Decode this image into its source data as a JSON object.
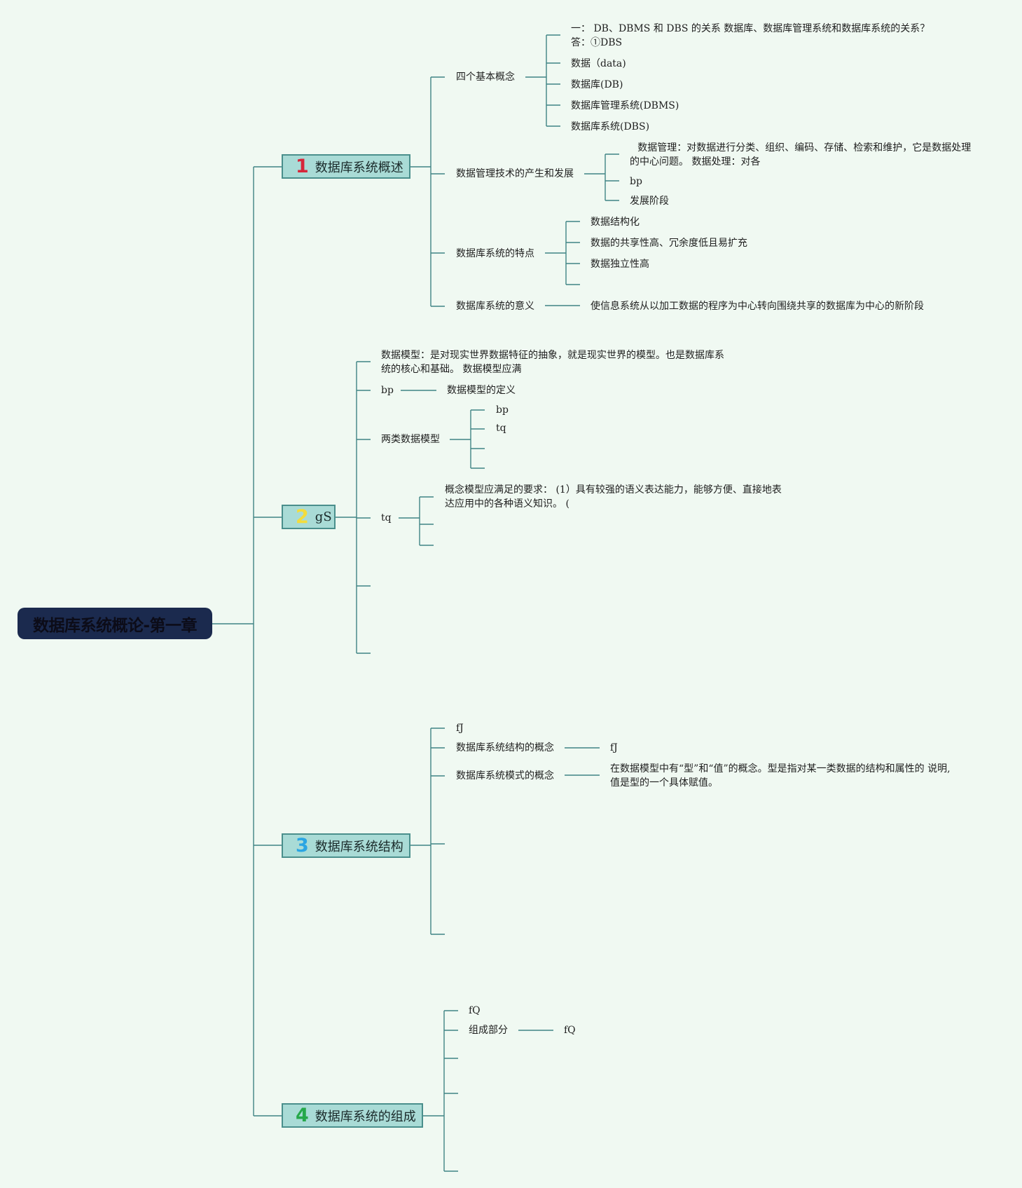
{
  "root": {
    "label": "数据库系统概论-第一章"
  },
  "sections": [
    {
      "num": "1",
      "num_color": "#d6263a",
      "label": "数据库系统概述"
    },
    {
      "num": "2",
      "num_color": "#f3dc3c",
      "label": "gS"
    },
    {
      "num": "3",
      "num_color": "#2aa5e3",
      "label": "数据库系统结构"
    },
    {
      "num": "4",
      "num_color": "#26a84a",
      "label": "数据库系统的组成"
    }
  ],
  "s1": {
    "concepts": {
      "label": "四个基本概念",
      "items": [
        "一： DB、DBMS 和 DBS 的关系 数据库、数据库管理系统和数据库系统的关系？",
        "答：①DBS",
        "数据（data)",
        "数据库(DB)",
        "数据库管理系统(DBMS)",
        "数据库系统(DBS)"
      ]
    },
    "dm": {
      "label": "数据管理技术的产生和发展",
      "items": [
        "数据管理：对数据进行分类、组织、编码、存储、检索和维护，它是数据处理",
        "的中心问题。 数据处理：对各",
        "bp",
        "发展阶段"
      ]
    },
    "features": {
      "label": "数据库系统的特点",
      "items": [
        "数据结构化",
        "数据的共享性高、冗余度低且易扩充",
        "数据独立性高"
      ]
    },
    "meaning": {
      "label": "数据库系统的意义",
      "value": "使信息系统从以加工数据的程序为中心转向围绕共享的数据库为中心的新阶段"
    }
  },
  "s2": {
    "model_def_line1": "数据模型：是对现实世界数据特征的抽象，就是现实世界的模型。也是数据库系",
    "model_def_line2": "统的核心和基础。 数据模型应满",
    "bp_label": "bp",
    "bp_value": "数据模型的定义",
    "two_types": {
      "label": "两类数据模型",
      "items": [
        "bp",
        "tq"
      ]
    },
    "tq": {
      "label": "tq",
      "line1": "概念模型应满足的要求：  (1）具有较强的语义表达能力，能够方便、直接地表",
      "line2": "达应用中的各种语义知识。   ("
    }
  },
  "s3": {
    "top": "fJ",
    "structure": {
      "label": "数据库系统结构的概念",
      "value": "fJ"
    },
    "schema": {
      "label": "数据库系统模式的概念",
      "line1": "在数据模型中有“型”和“值”的概念。型是指对某一类数据的结构和属性的 说明,",
      "line2": "值是型的一个具体赋值。"
    }
  },
  "s4": {
    "top": "fQ",
    "parts": {
      "label": "组成部分",
      "value": "fQ"
    }
  },
  "colors": {
    "background": "#f0f9f2",
    "connector": "#3f8484",
    "root_fill": "#1b2a4e",
    "section_fill": "#a9dbd6"
  }
}
